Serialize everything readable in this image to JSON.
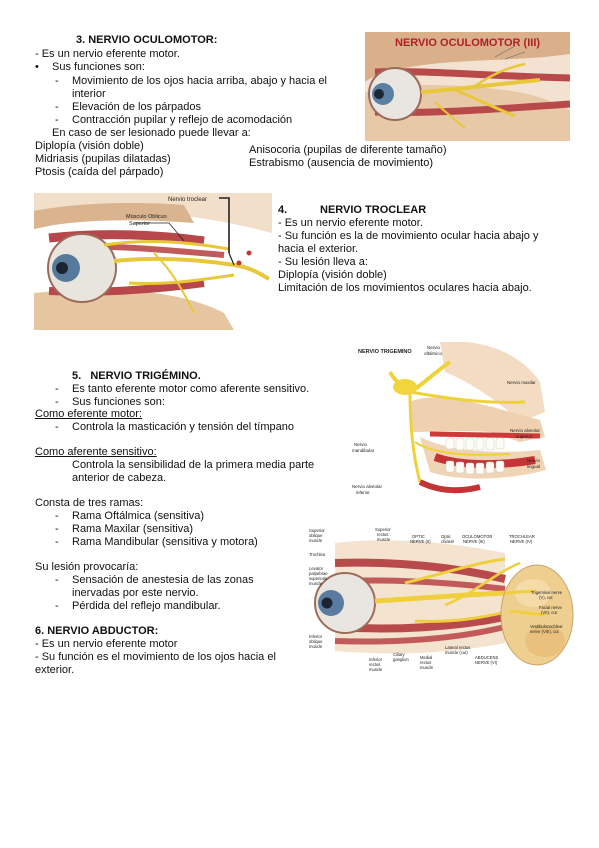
{
  "s3": {
    "heading": "3. NERVIO OCULOMOTOR:",
    "l1": "- Es un nervio eferente motor.",
    "l2": "Sus funciones son:",
    "f1a": "Movimiento de los ojos hacia arriba, abajo y hacia el",
    "f1b": "interior",
    "f2": "Elevación de los párpados",
    "f3": "Contracción pupilar y reflejo de acomodación",
    "lesion": "En caso de ser lesionado puede llevar a:",
    "c1": "Diplopía (visión doble)",
    "c2": "Midriasis (pupilas dilatadas)",
    "c3": "Ptosis (caída del párpado)",
    "c4": "Anisocoria (pupilas de diferente tamaño)",
    "c5": "Estrabismo (ausencia de movimiento)",
    "fig_title": "NERVIO OCULOMOTOR (III)"
  },
  "s4": {
    "num": "4.",
    "title": "NERVIO TROCLEAR",
    "l1": "- Es un nervio eferente motor.",
    "l2": "- Su función es la de movimiento ocular hacia abajo y",
    "l3": "hacia el exterior.",
    "l4": "- Su lesión lleva a:",
    "l5": "Diplopía (visión doble)",
    "l6": "Limitación de los movimientos oculares hacia abajo.",
    "fig_label1": "Nervio troclear",
    "fig_label2": "Músculo Oblicuo",
    "fig_label3": "Superior"
  },
  "s5": {
    "heading": "5.   NERVIO TRIGÉMINO.",
    "l1": "Es tanto eferente motor como aferente sensitivo.",
    "l2": "Sus funciones son:",
    "motor_h": "Como eferente motor:",
    "m1": "Controla la masticación y tensión del tímpano",
    "sens_h": "Como aferente sensitivo:",
    "s1a": "Controla la sensibilidad de la primera media parte",
    "s1b": "anterior de cabeza.",
    "ramas_h": "Consta de tres ramas:",
    "r1": "Rama Oftálmica (sensitiva)",
    "r2": "Rama Maxilar (sensitiva)",
    "r3": "Rama Mandibular (sensitiva y motora)",
    "lesion_h": "Su lesión provocaría:",
    "p1a": "Sensación de anestesia de las zonas",
    "p1b": "inervadas por este nervio.",
    "p2": "Pérdida del reflejo mandibular.",
    "fig": {
      "t1": "NERVIO TRIGEMINO",
      "t2": "Nervio",
      "t3": "oftálmico",
      "t4": "Nervio maxilar",
      "t5": "Nervio alveolar",
      "t6": "superior",
      "t7": "Nervio",
      "t8": "lingual",
      "t9": "Nervio",
      "t10": "mandibular",
      "t11": "Nervio alveolar",
      "t12": "inferior"
    }
  },
  "s6": {
    "heading": "6. NERVIO ABDUCTOR:",
    "l1": "- Es un nervio eferente motor",
    "l2": "- Su función es el movimiento de los ojos hacia el",
    "l3": "exterior.",
    "fig": {
      "a1": "Superior",
      "a2": "oblique",
      "a3": "muscle",
      "b1": "Superior",
      "b2": "rectus",
      "b3": "muscle",
      "c1": "OPTIC",
      "c2": "NERVE (II)",
      "d1": "Optic",
      "d2": "chiasm",
      "e1": "OCULOMOTOR",
      "e2": "NERVE (III)",
      "f1": "TROCHLEAR",
      "f2": "NERVE (IV)",
      "g1": "Trochlea",
      "h1": "Levator",
      "h2": "palpebrae",
      "h3": "superioris",
      "h4": "muscle",
      "i1": "Trigeminal nerve",
      "i2": "(V), cut",
      "j1": "Facial nerve",
      "j2": "(VII), cut",
      "k1": "Vestibulocochlear",
      "k2": "nerve (VIII), cut",
      "l1": "Inferior",
      "l2": "oblique",
      "l3": "muscle",
      "m1": "Inferior",
      "m2": "rectus",
      "m3": "muscle",
      "n1": "Ciliary",
      "n2": "ganglion",
      "o1": "Medial",
      "o2": "rectus",
      "o3": "muscle",
      "p1": "Lateral rectus",
      "p2": "muscle (cut)",
      "q1": "ABDUCENS",
      "q2": "NERVE (VI)"
    }
  }
}
